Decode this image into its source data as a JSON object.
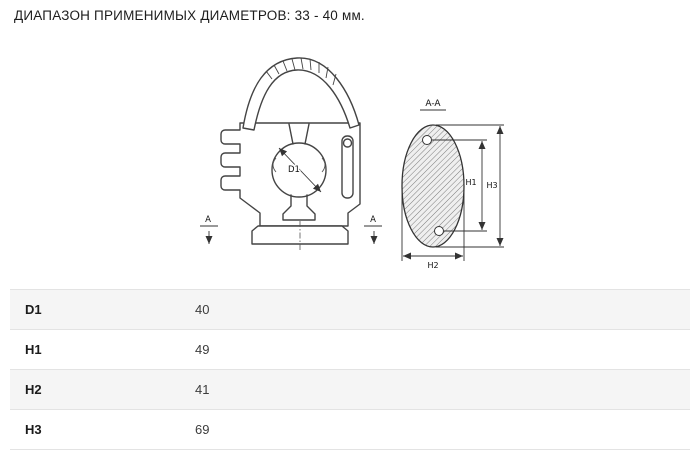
{
  "page_title": "ДИАПАЗОН ПРИМЕНИМЫХ ДИАМЕТРОВ: 33 - 40 мм.",
  "diagram": {
    "d1_label": "D1",
    "section_marker_label": "A",
    "section_view_title": "A-A",
    "h1_label": "H1",
    "h2_label": "H2",
    "h3_label": "H3"
  },
  "table": {
    "rows": [
      {
        "label": "D1",
        "value": "40"
      },
      {
        "label": "H1",
        "value": "49"
      },
      {
        "label": "H2",
        "value": "41"
      },
      {
        "label": "H3",
        "value": "69"
      }
    ]
  }
}
